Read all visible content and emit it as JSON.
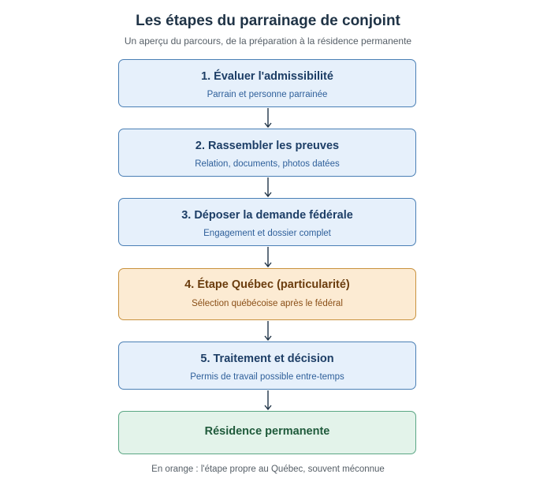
{
  "title": "Les étapes du parrainage de conjoint",
  "subtitle": "Un aperçu du parcours, de la préparation à la résidence permanente",
  "steps": [
    {
      "title": "1. Évaluer l'admissibilité",
      "subtitle": "Parrain et personne parrainée",
      "variant": "standard"
    },
    {
      "title": "2. Rassembler les preuves",
      "subtitle": "Relation, documents, photos datées",
      "variant": "standard"
    },
    {
      "title": "3. Déposer la demande fédérale",
      "subtitle": "Engagement et dossier complet",
      "variant": "standard"
    },
    {
      "title": "4. Étape Québec (particularité)",
      "subtitle": "Sélection québécoise après le fédéral",
      "variant": "highlight"
    },
    {
      "title": "5. Traitement et décision",
      "subtitle": "Permis de travail possible entre-temps",
      "variant": "standard"
    },
    {
      "title": "Résidence permanente",
      "variant": "final"
    }
  ],
  "footnote": "En orange : l'étape propre au Québec, souvent méconnue",
  "colors": {
    "standard": "#4a7fb5",
    "highlight": "#c9923e",
    "final": "#5aa684",
    "arrow": "#1f3346"
  }
}
